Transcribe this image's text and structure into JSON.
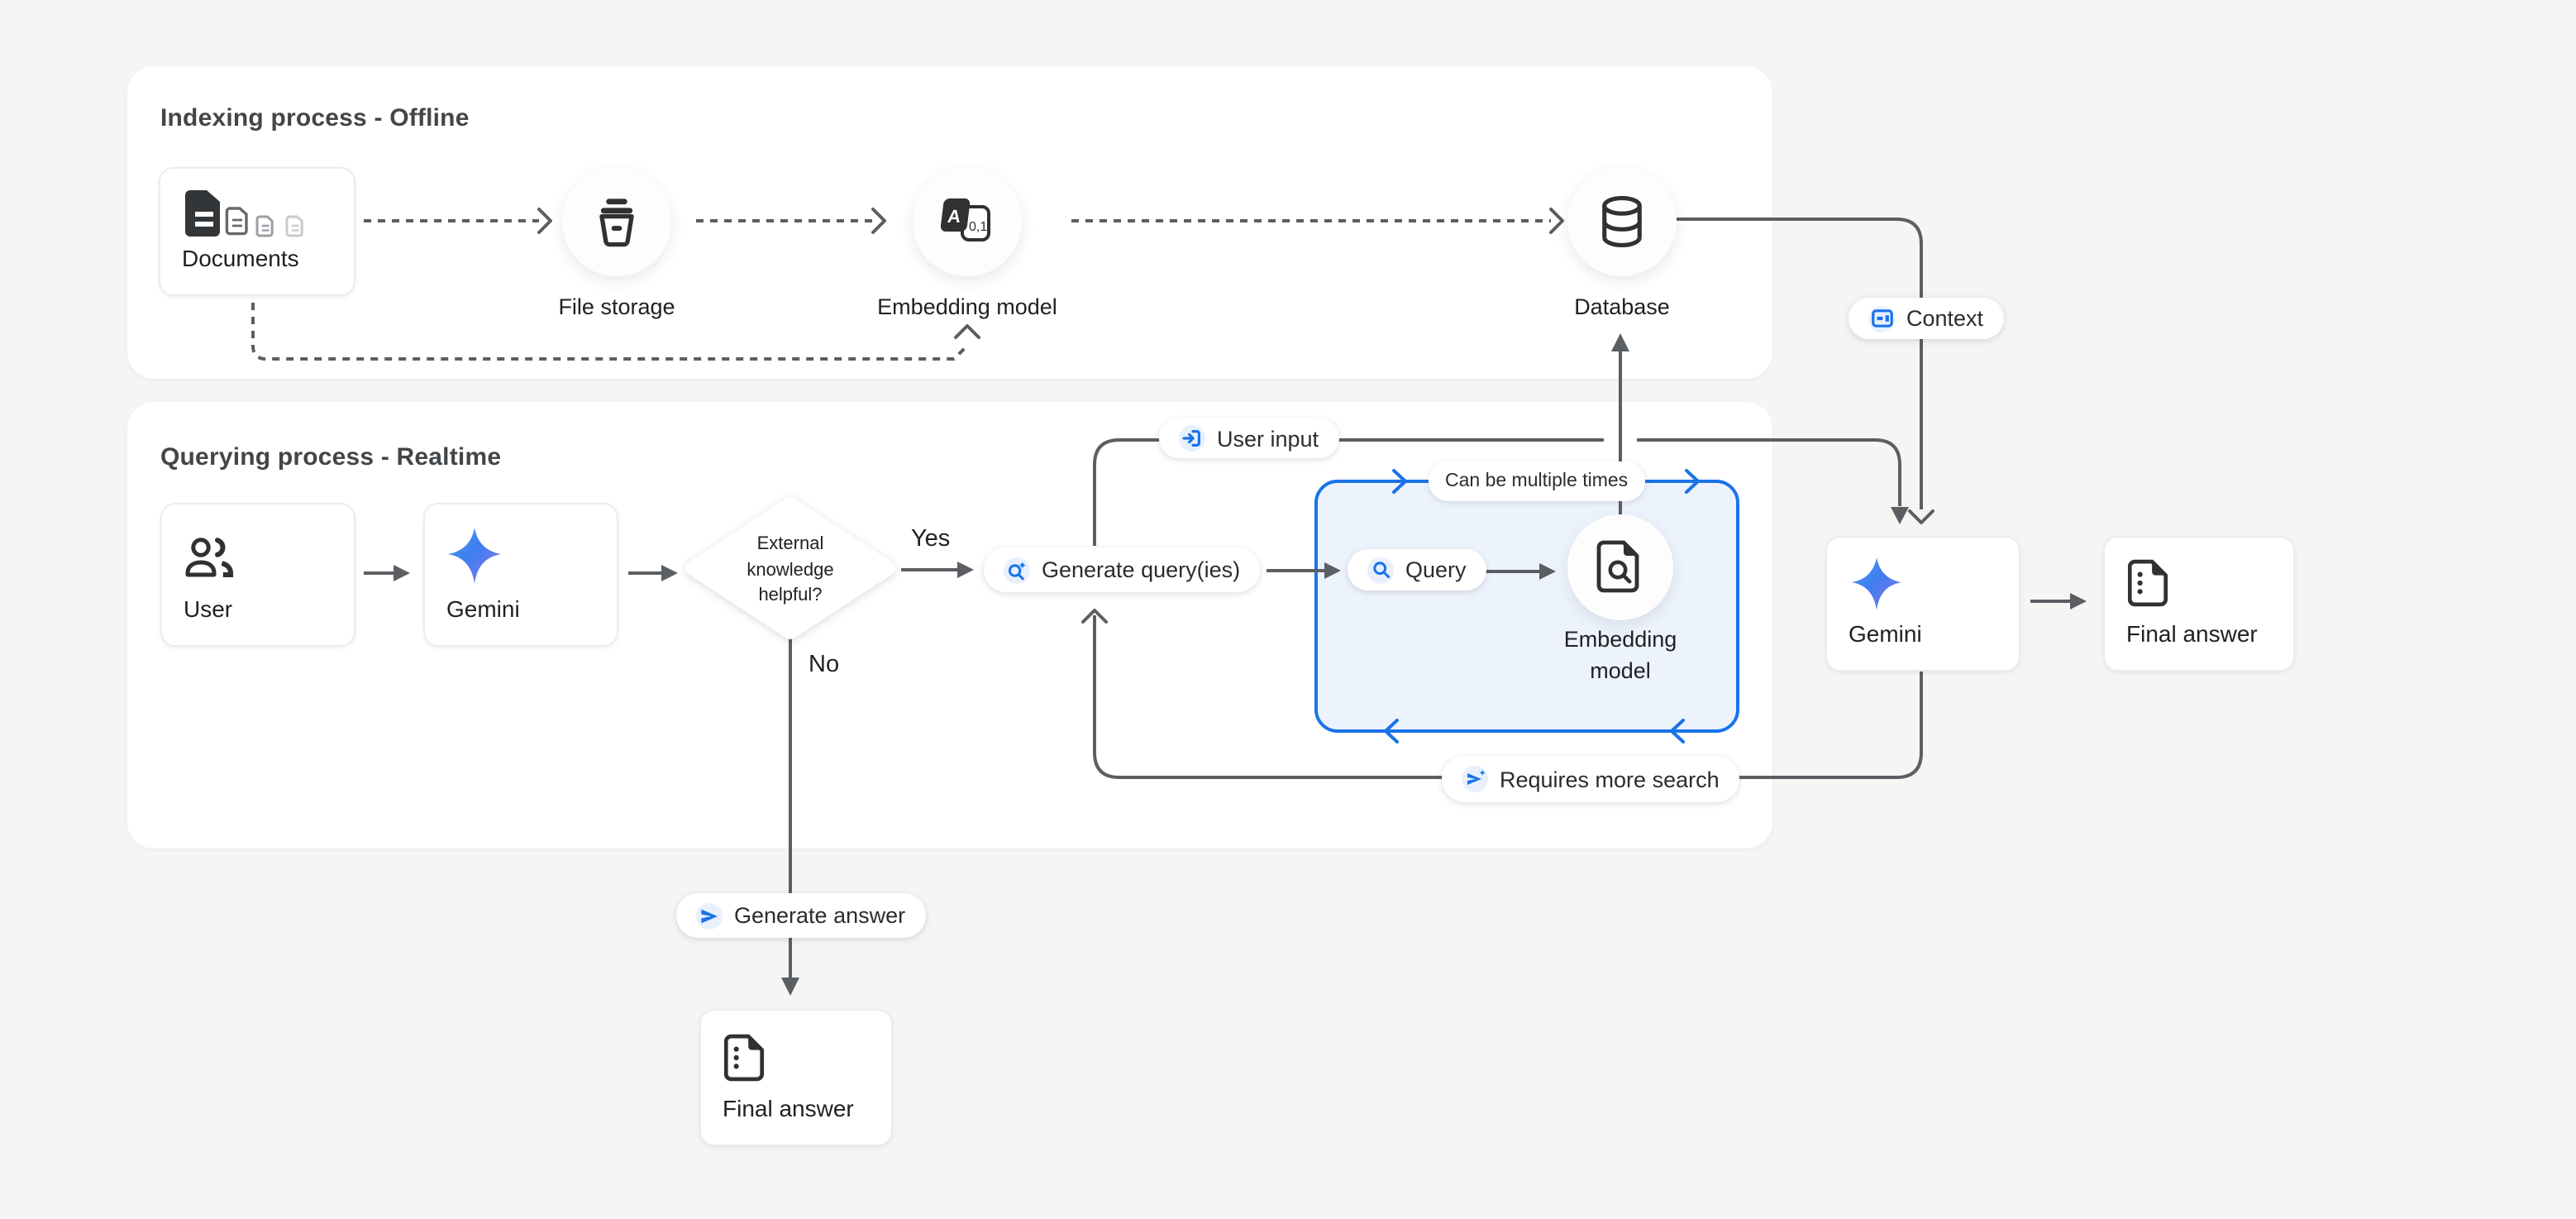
{
  "panels": {
    "indexing": {
      "title": "Indexing process - Offline"
    },
    "querying": {
      "title": "Querying process - Realtime"
    }
  },
  "nodes": {
    "documents": {
      "label": "Documents",
      "icon": "documents-stack-icon"
    },
    "file_storage": {
      "label": "File storage",
      "icon": "storage-bucket-icon"
    },
    "embedding_model_top": {
      "label": "Embedding model",
      "icon": "text-to-numbers-icon"
    },
    "database": {
      "label": "Database",
      "icon": "database-icon"
    },
    "user": {
      "label": "User",
      "icon": "people-icon"
    },
    "gemini_left": {
      "label": "Gemini",
      "icon": "gemini-star-icon"
    },
    "decision": {
      "line1": "External",
      "line2": "knowledge",
      "line3": "helpful?"
    },
    "embedding_model_query": {
      "label": "Embedding model",
      "icon": "document-search-icon"
    },
    "gemini_right": {
      "label": "Gemini",
      "icon": "gemini-star-icon"
    },
    "final_answer_right": {
      "label": "Final answer",
      "icon": "document-list-icon"
    },
    "final_answer_bottom": {
      "label": "Final answer",
      "icon": "document-list-icon"
    }
  },
  "pills": {
    "user_input": {
      "label": "User input",
      "icon": "input-icon"
    },
    "context": {
      "label": "Context",
      "icon": "article-icon"
    },
    "can_be_multiple_times": {
      "label": "Can be multiple times"
    },
    "generate_queries": {
      "label": "Generate query(ies)",
      "icon": "search-sparkle-icon"
    },
    "query": {
      "label": "Query",
      "icon": "search-icon"
    },
    "requires_more_search": {
      "label": "Requires more search",
      "icon": "send-sparkle-icon"
    },
    "generate_answer": {
      "label": "Generate answer",
      "icon": "send-icon"
    }
  },
  "edge_labels": {
    "yes": "Yes",
    "no": "No"
  },
  "colors": {
    "accent_blue": "#1a73e8",
    "icon_bg": "#e8f0fe",
    "line_gray": "#5b5e62",
    "background": "#f6f5f3",
    "panel": "#ffffff",
    "blue_box_fill": "#edf3fc"
  }
}
